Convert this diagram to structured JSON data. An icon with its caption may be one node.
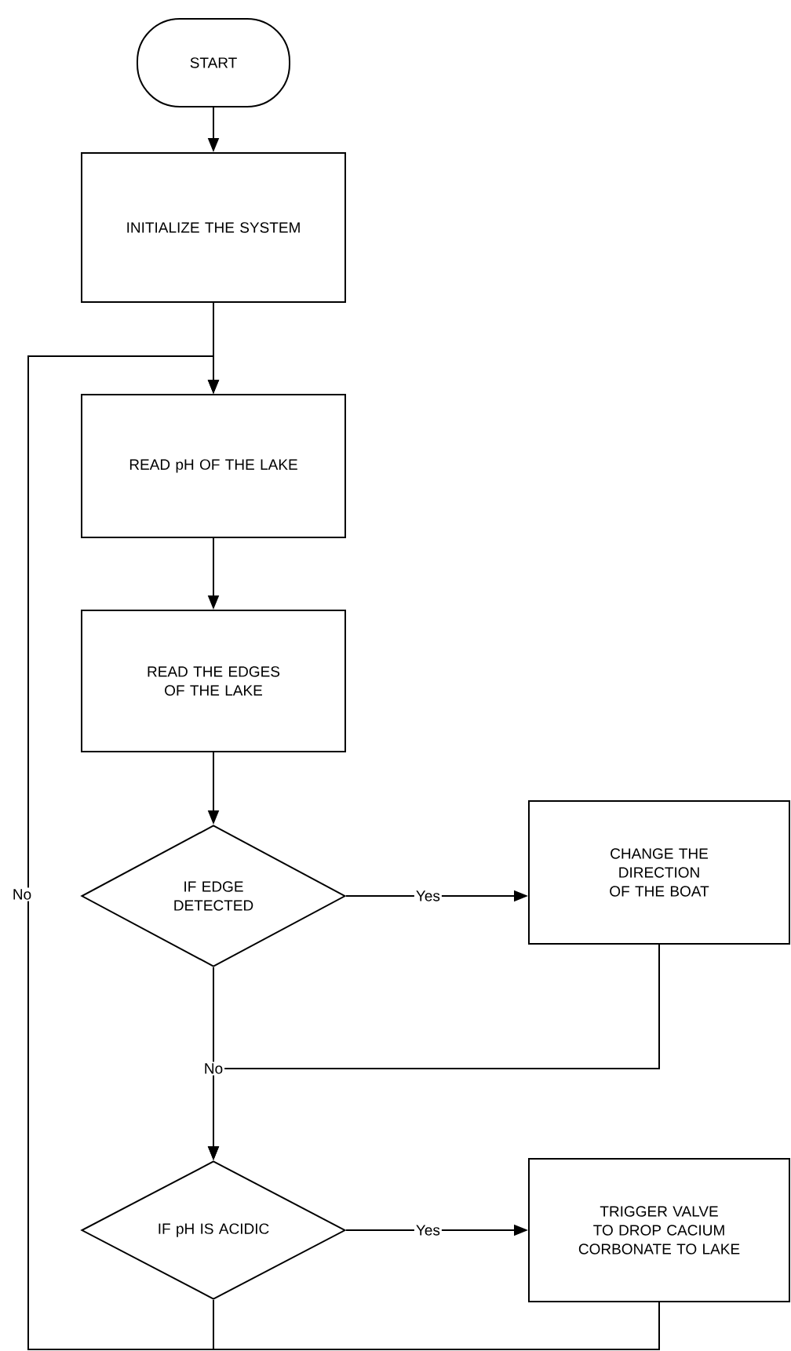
{
  "diagram": {
    "nodes": [
      {
        "text": [
          "START"
        ]
      },
      {
        "text": [
          "INITIALIZE THE SYSTEM"
        ]
      },
      {
        "text": [
          "READ pH OF THE LAKE"
        ]
      },
      {
        "text": [
          "READ THE EDGES OF THE LAKE"
        ]
      },
      {
        "text": [
          "IF EDGE DETECTED"
        ]
      },
      {
        "text": [
          "CHANGE THE DIRECTION OF THE BOAT"
        ]
      },
      {
        "text": [
          "IF pH IS ACIDIC"
        ]
      },
      {
        "text": [
          "TRIGGER VALVE TO DROP CACIUM CORBONATE TO LAKE"
        ]
      }
    ],
    "edges": [
      {
        "from": 0,
        "to": 1,
        "arrow": "to"
      },
      {
        "from": 1,
        "to": 2,
        "arrow": "to"
      },
      {
        "from": 2,
        "to": 3,
        "arrow": "to"
      },
      {
        "from": 3,
        "to": 4,
        "arrow": "to"
      },
      {
        "from": 4,
        "to": 5,
        "arrow": "to",
        "label": "Yes"
      },
      {
        "from": 4,
        "to": 6,
        "arrow": "to",
        "label": "No"
      },
      {
        "from": 5,
        "to": 6,
        "arrow": "to"
      },
      {
        "from": 6,
        "to": 7,
        "arrow": "to",
        "label": "Yes"
      },
      {
        "from": 6,
        "to": 2,
        "arrow": "to",
        "label": "No"
      },
      {
        "from": 7,
        "to": 2,
        "arrow": "to"
      }
    ]
  }
}
